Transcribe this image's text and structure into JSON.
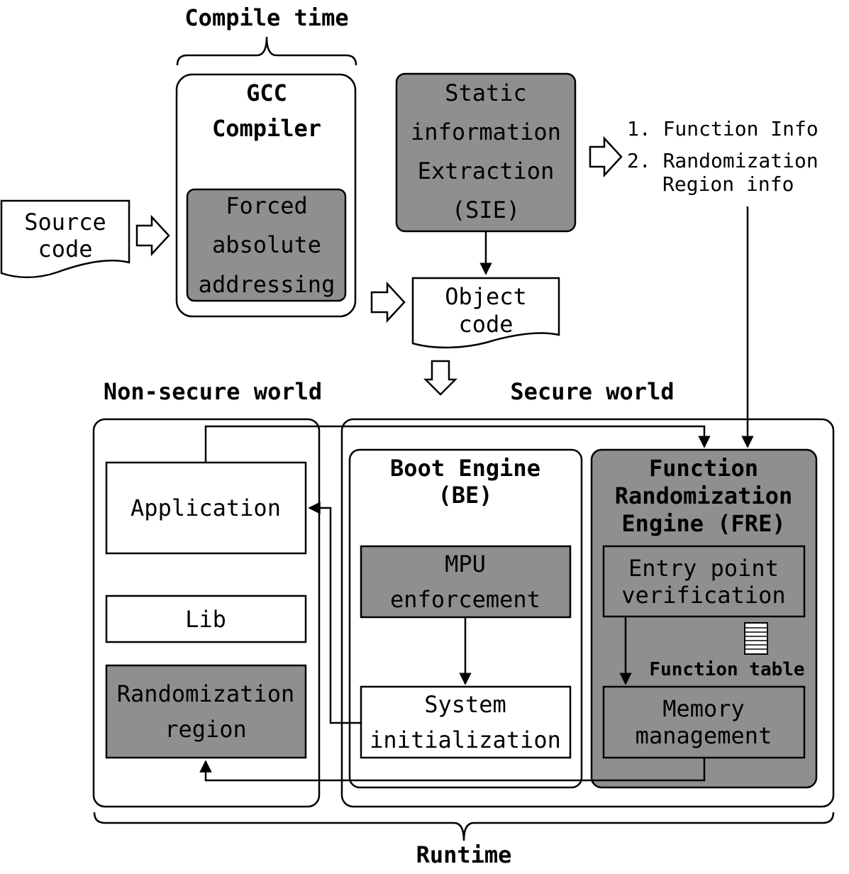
{
  "colors": {
    "fill_dark": "#8f8f8f",
    "fill_light": "#ffffff",
    "stroke": "#000000"
  },
  "labels": {
    "compile_time": "Compile time",
    "runtime": "Runtime",
    "non_secure_world": "Non-secure world",
    "secure_world": "Secure world"
  },
  "compile": {
    "source_code": [
      "Source",
      "code"
    ],
    "gcc_compiler": [
      "GCC",
      "Compiler"
    ],
    "forced_absolute_addressing": [
      "Forced",
      "absolute",
      "addressing"
    ],
    "sie": [
      "Static",
      "information",
      "Extraction",
      "(SIE)"
    ],
    "object_code": [
      "Object",
      "code"
    ],
    "info_list": [
      "1. Function Info",
      "2. Randomization",
      "Region info"
    ]
  },
  "non_secure": {
    "application": "Application",
    "lib": "Lib",
    "randomization_region": [
      "Randomization",
      "region"
    ]
  },
  "boot_engine": {
    "title": [
      "Boot Engine",
      "(BE)"
    ],
    "mpu_enforcement": [
      "MPU",
      "enforcement"
    ],
    "system_initialization": [
      "System",
      "initialization"
    ]
  },
  "fre": {
    "title": [
      "Function",
      "Randomization",
      "Engine (FRE)"
    ],
    "entry_point_verification": [
      "Entry point",
      "verification"
    ],
    "function_table": "Function table",
    "memory_management": [
      "Memory",
      "management"
    ]
  }
}
